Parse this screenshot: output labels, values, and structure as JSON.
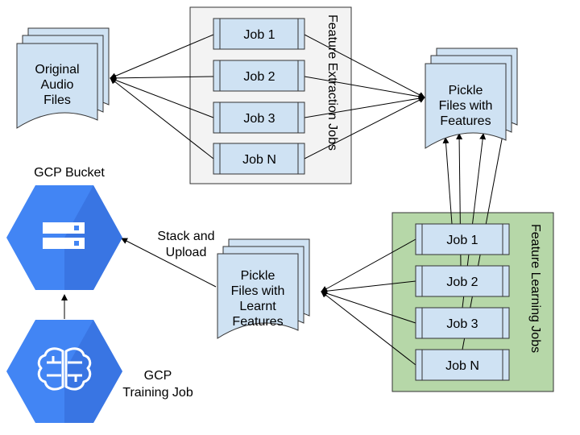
{
  "original_audio": {
    "lines": [
      "Original",
      "Audio",
      "Files"
    ]
  },
  "feature_extraction": {
    "label": "Feature Extraction Jobs",
    "jobs": [
      "Job 1",
      "Job 2",
      "Job 3",
      "Job N"
    ]
  },
  "pickle_features": {
    "lines": [
      "Pickle",
      "Files with",
      "Features"
    ]
  },
  "feature_learning": {
    "label": "Feature Learning Jobs",
    "jobs": [
      "Job 1",
      "Job 2",
      "Job 3",
      "Job N"
    ]
  },
  "pickle_learnt": {
    "lines": [
      "Pickle",
      "Files with",
      "Learnt",
      "Features"
    ]
  },
  "gcp_bucket": {
    "label": "GCP Bucket"
  },
  "gcp_training": {
    "lines": [
      "GCP",
      "Training Job"
    ]
  },
  "stack_upload": {
    "lines": [
      "Stack and",
      "Upload"
    ]
  },
  "colors": {
    "doc_fill": "#cfe2f3",
    "extraction_panel": "#f3f3f3",
    "learning_panel": "#b6d7a8",
    "gcp_blue": "#4285f4",
    "gcp_dark": "#3367d6"
  },
  "icons": {
    "bucket": "storage-icon",
    "training": "brain-icon"
  }
}
